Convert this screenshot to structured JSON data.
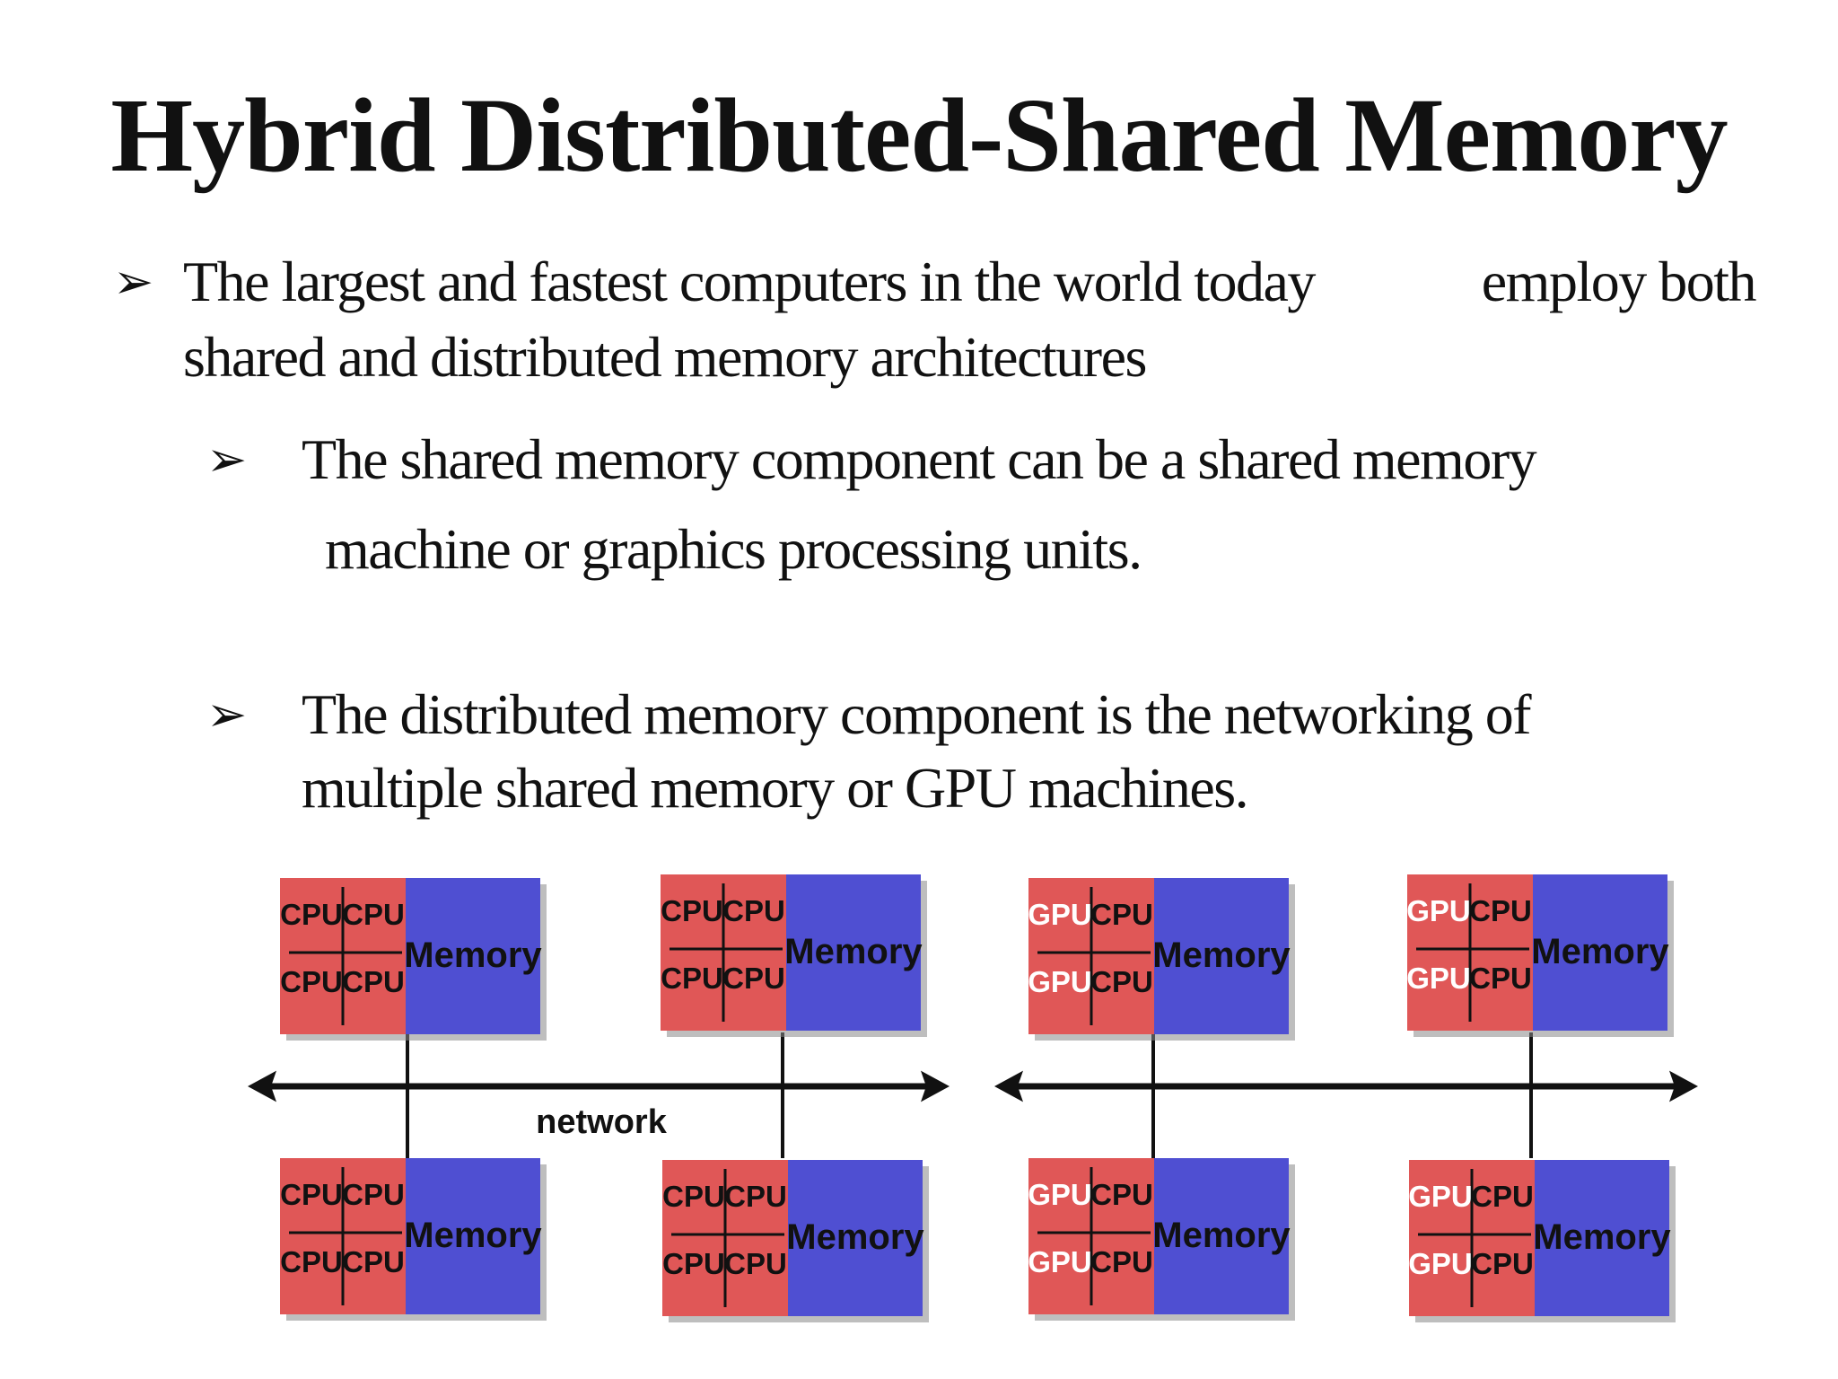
{
  "slide": {
    "title": "Hybrid Distributed-Shared Memory",
    "bullets": [
      {
        "lines": [
          "The largest and fastest computers in the world today",
          "employ both",
          "shared and distributed memory architectures"
        ]
      },
      {
        "lines": [
          "The shared memory component can be a shared memory",
          "machine or graphics processing units."
        ]
      },
      {
        "lines": [
          "The distributed memory component is the networking of",
          "multiple shared memory or GPU machines."
        ]
      }
    ]
  },
  "diagram": {
    "network_label": "network",
    "memory_label": "Memory",
    "colors": {
      "processor": "#e05757",
      "memory": "#4f4fd2",
      "line": "#111111",
      "shadow": "#888888"
    },
    "clusters": [
      {
        "name": "cpu-cluster",
        "nodes": [
          [
            "CPU",
            "CPU",
            "CPU",
            "CPU"
          ],
          [
            "CPU",
            "CPU",
            "CPU",
            "CPU"
          ],
          [
            "CPU",
            "CPU",
            "CPU",
            "CPU"
          ],
          [
            "CPU",
            "CPU",
            "CPU",
            "CPU"
          ]
        ]
      },
      {
        "name": "gpu-cluster",
        "nodes": [
          [
            "GPU",
            "CPU",
            "GPU",
            "CPU"
          ],
          [
            "GPU",
            "CPU",
            "GPU",
            "CPU"
          ],
          [
            "GPU",
            "CPU",
            "GPU",
            "CPU"
          ],
          [
            "GPU",
            "CPU",
            "GPU",
            "CPU"
          ]
        ]
      }
    ]
  }
}
